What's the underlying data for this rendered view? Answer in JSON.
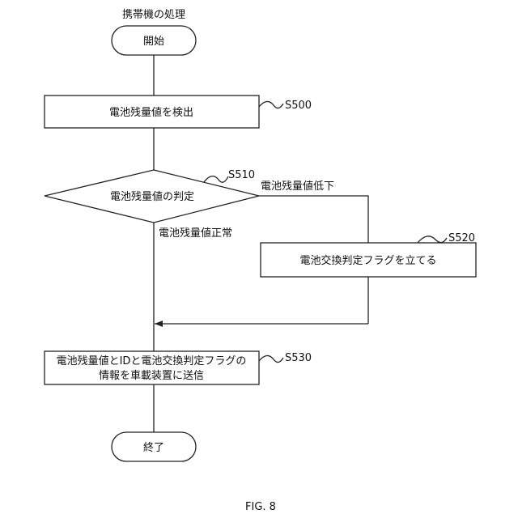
{
  "header": {
    "title": "携帯機の処理"
  },
  "nodes": {
    "start": "開始",
    "s500": {
      "label": "電池残量値を検出",
      "step": "S500"
    },
    "s510": {
      "label": "電池残量値の判定",
      "step": "S510",
      "branch_low": "電池残量値低下",
      "branch_normal": "電池残量値正常"
    },
    "s520": {
      "label": "電池交換判定フラグを立てる",
      "step": "S520"
    },
    "s530": {
      "line1": "電池残量値とIDと電池交換判定フラグの",
      "line2": "情報を車載装置に送信",
      "step": "S530"
    },
    "end": "終了"
  },
  "figure": {
    "caption": "FIG. 8"
  }
}
